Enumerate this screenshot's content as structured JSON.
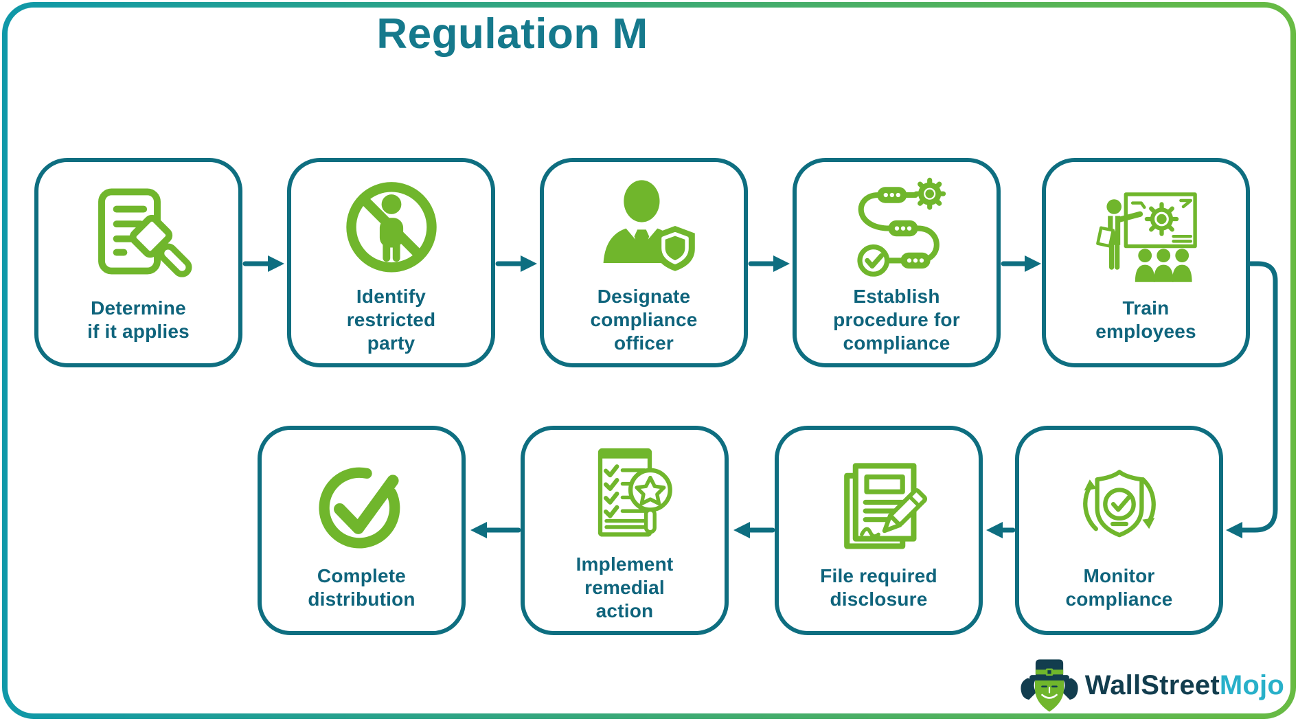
{
  "title": "Regulation M",
  "colors": {
    "teal": "#0e6e80",
    "title_teal": "#15798c",
    "label_teal": "#0f647c",
    "green": "#70b62c",
    "grad_start": "#0f98a8",
    "grad_end": "#68bb43",
    "logo_dark": "#123d4e",
    "logo_accent": "#28b0c9"
  },
  "steps": [
    {
      "label_lines": [
        "Determine",
        "if it applies"
      ],
      "icon": "document-gavel-icon"
    },
    {
      "label_lines": [
        "Identify",
        "restricted",
        "party"
      ],
      "icon": "no-person-icon"
    },
    {
      "label_lines": [
        "Designate",
        "compliance",
        "officer"
      ],
      "icon": "compliance-officer-icon"
    },
    {
      "label_lines": [
        "Establish",
        "procedure for",
        "compliance"
      ],
      "icon": "procedure-gear-icon"
    },
    {
      "label_lines": [
        "Train",
        "employees"
      ],
      "icon": "training-presentation-icon"
    },
    {
      "label_lines": [
        "Monitor",
        "compliance"
      ],
      "icon": "shield-monitor-icon"
    },
    {
      "label_lines": [
        "File required",
        "disclosure"
      ],
      "icon": "document-pencil-icon"
    },
    {
      "label_lines": [
        "Implement",
        "remedial",
        "action"
      ],
      "icon": "checklist-magnifier-icon"
    },
    {
      "label_lines": [
        "Complete",
        "distribution"
      ],
      "icon": "check-circle-icon"
    }
  ],
  "logo": {
    "text_primary": "WallStreet",
    "text_accent": "Mojo"
  }
}
